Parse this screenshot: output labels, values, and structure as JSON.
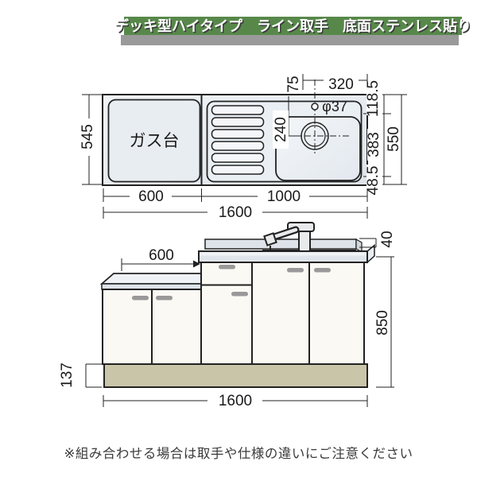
{
  "header": {
    "title": "デッキ型ハイタイプ　ライン取手　底面ステンレス貼り"
  },
  "top_view": {
    "gas_label": "ガス台",
    "dim_depth_left": "545",
    "dim_gas_width": "600",
    "dim_sink_width": "1000",
    "dim_total_width": "1600",
    "dim_faucet_offset": "75",
    "dim_faucet_span": "320",
    "dim_faucet_hole": "φ37",
    "dim_drain_depth": "240",
    "dim_back_margin": "118.5",
    "dim_sink_depth": "383",
    "dim_front_margin": "48.5",
    "dim_depth_right": "550"
  },
  "front_view": {
    "dim_gas_width": "600",
    "dim_backsplash_height": "40",
    "dim_counter_height": "850",
    "dim_toekick_height": "137",
    "dim_total_width": "1600"
  },
  "footnote": "※組み合わせる場合は取手や仕様の違いにご注意ください",
  "colors": {
    "header_green": "#57884a",
    "header_shadow": "#9a9a9a",
    "toekick_beige": "#c9c5a9",
    "line_dark": "#222222",
    "handle_gray": "#999999",
    "counter_light": "#edf1f5"
  }
}
